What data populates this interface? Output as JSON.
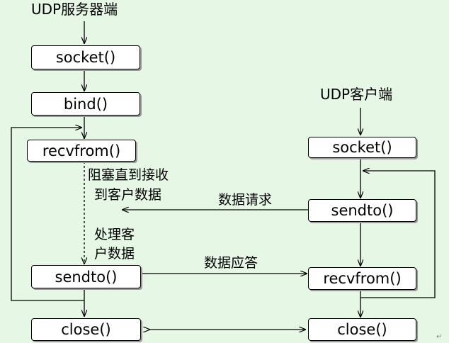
{
  "server": {
    "title": "UDP服务器端",
    "socket": "socket()",
    "bind": "bind()",
    "recvfrom": "recvfrom()",
    "sendto": "sendto()",
    "close": "close()",
    "block_note_line1": "阻塞直到接收",
    "block_note_line2": "到客户数据",
    "process_note_line1": "处理客",
    "process_note_line2": "户数据"
  },
  "client": {
    "title": "UDP客户端",
    "socket": "socket()",
    "sendto": "sendto()",
    "recvfrom": "recvfrom()",
    "close": "close()"
  },
  "edges": {
    "request": "数据请求",
    "response": "数据应答"
  },
  "colors": {
    "background": "#E6F7E6",
    "box_fill": "#FFFFFF",
    "line": "#000000"
  }
}
